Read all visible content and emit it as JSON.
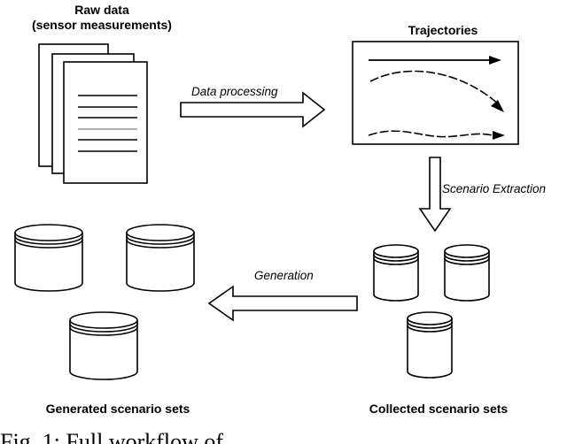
{
  "labels": {
    "raw_data_line1": "Raw data",
    "raw_data_line2": "(sensor measurements)",
    "trajectories": "Trajectories",
    "data_processing": "Data processing",
    "scenario_extraction": "Scenario Extraction",
    "generation": "Generation",
    "generated_sets": "Generated scenario sets",
    "collected_sets": "Collected scenario sets"
  },
  "caption": "Fig. 1: Full workflow of ..."
}
